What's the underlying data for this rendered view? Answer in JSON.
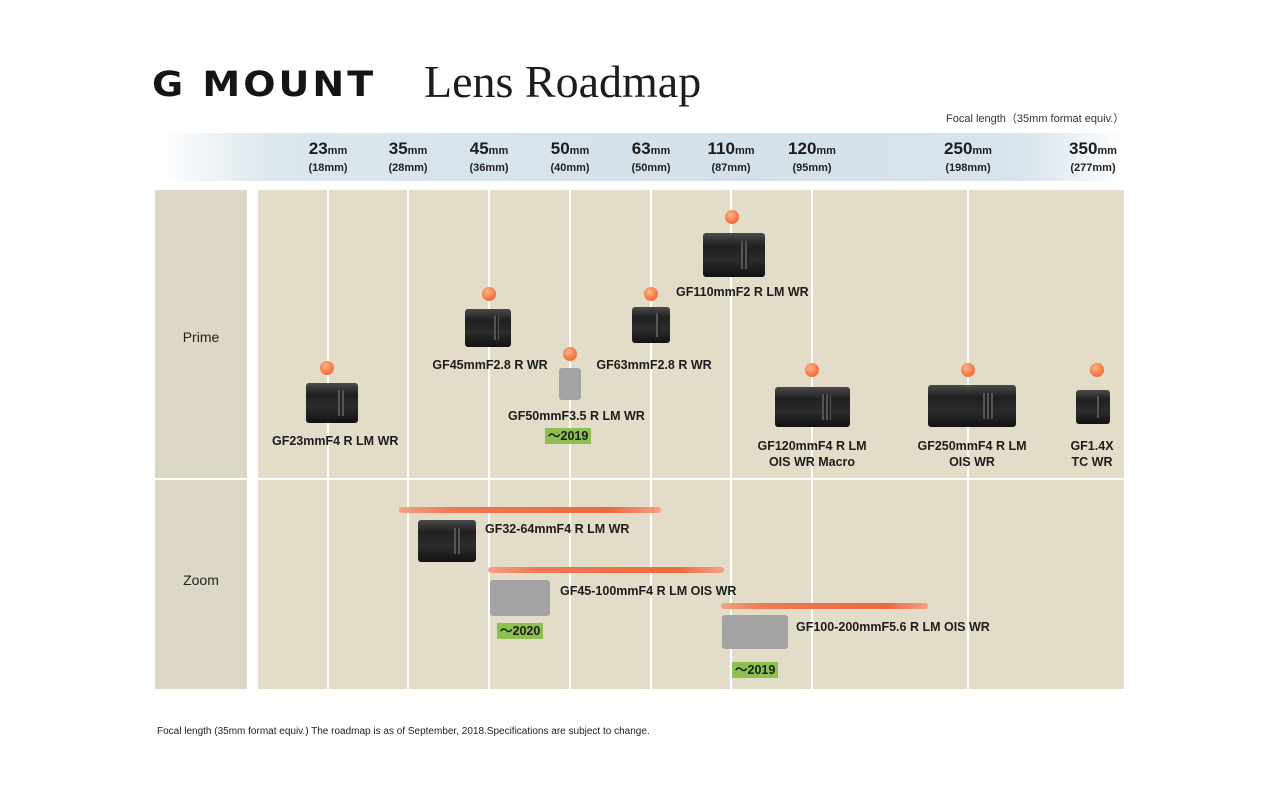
{
  "title": {
    "logo": "G MOUNT",
    "rest": "Lens Roadmap"
  },
  "focal_note": "Focal length（35mm format equiv.）",
  "focal_lengths": [
    {
      "value": "23",
      "unit": "mm",
      "equiv": "(18mm)"
    },
    {
      "value": "35",
      "unit": "mm",
      "equiv": "(28mm)"
    },
    {
      "value": "45",
      "unit": "mm",
      "equiv": "(36mm)"
    },
    {
      "value": "50",
      "unit": "mm",
      "equiv": "(40mm)"
    },
    {
      "value": "63",
      "unit": "mm",
      "equiv": "(50mm)"
    },
    {
      "value": "110",
      "unit": "mm",
      "equiv": "(87mm)"
    },
    {
      "value": "120",
      "unit": "mm",
      "equiv": "(95mm)"
    },
    {
      "value": "250",
      "unit": "mm",
      "equiv": "(198mm)"
    },
    {
      "value": "350",
      "unit": "mm",
      "equiv": "(277mm)"
    }
  ],
  "rows": {
    "prime": "Prime",
    "zoom": "Zoom"
  },
  "lenses": {
    "gf23": "GF23mmF4 R LM WR",
    "gf45": "GF45mmF2.8 R WR",
    "gf50": "GF50mmF3.5 R  LM WR",
    "gf63": "GF63mmF2.8 R WR",
    "gf110": "GF110mmF2 R LM WR",
    "gf120_line1": "GF120mmF4 R LM",
    "gf120_line2": "OIS WR Macro",
    "gf250_line1": "GF250mmF4 R LM",
    "gf250_line2": "OIS WR",
    "tc_line1": "GF1.4X",
    "tc_line2": "TC WR",
    "gf32_64": "GF32-64mmF4 R LM WR",
    "gf45_100": "GF45-100mmF4 R LM OIS WR",
    "gf100_200": "GF100-200mmF5.6 R LM OIS WR"
  },
  "years": {
    "gf50": "〜2019",
    "gf45_100": "〜2020",
    "gf100_200": "〜2019"
  },
  "colors": {
    "marker": "#ef7a52",
    "release_badge": "#8cc152",
    "grid_bg": "#e2dcc9",
    "header_band": "#d4e1ea"
  },
  "footer": "Focal length (35mm format equiv.) The roadmap is as of September, 2018.Specifications are subject to change."
}
